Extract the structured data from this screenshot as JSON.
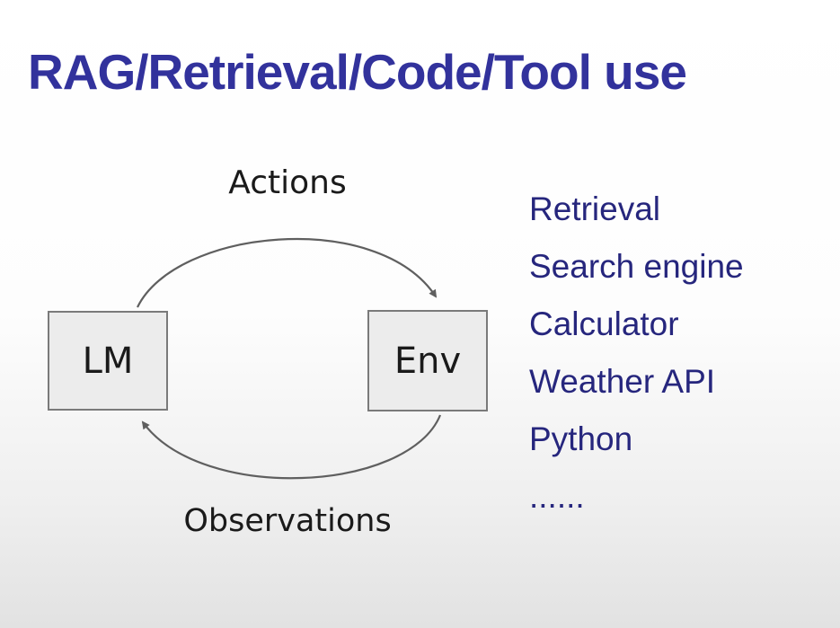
{
  "slide": {
    "title": "RAG/Retrieval/Code/Tool use",
    "diagram": {
      "left_box_label": "LM",
      "right_box_label": "Env",
      "top_arrow_label": "Actions",
      "bottom_arrow_label": "Observations"
    },
    "examples": [
      "Retrieval",
      "Search engine",
      "Calculator",
      "Weather API",
      "Python",
      "......"
    ]
  },
  "colors": {
    "title": "#32329c",
    "list_text": "#26267d",
    "diagram_text": "#1a1a1a",
    "box_fill": "#ececec",
    "box_border": "#7a7a7a",
    "arrow": "#5f5f5f"
  }
}
